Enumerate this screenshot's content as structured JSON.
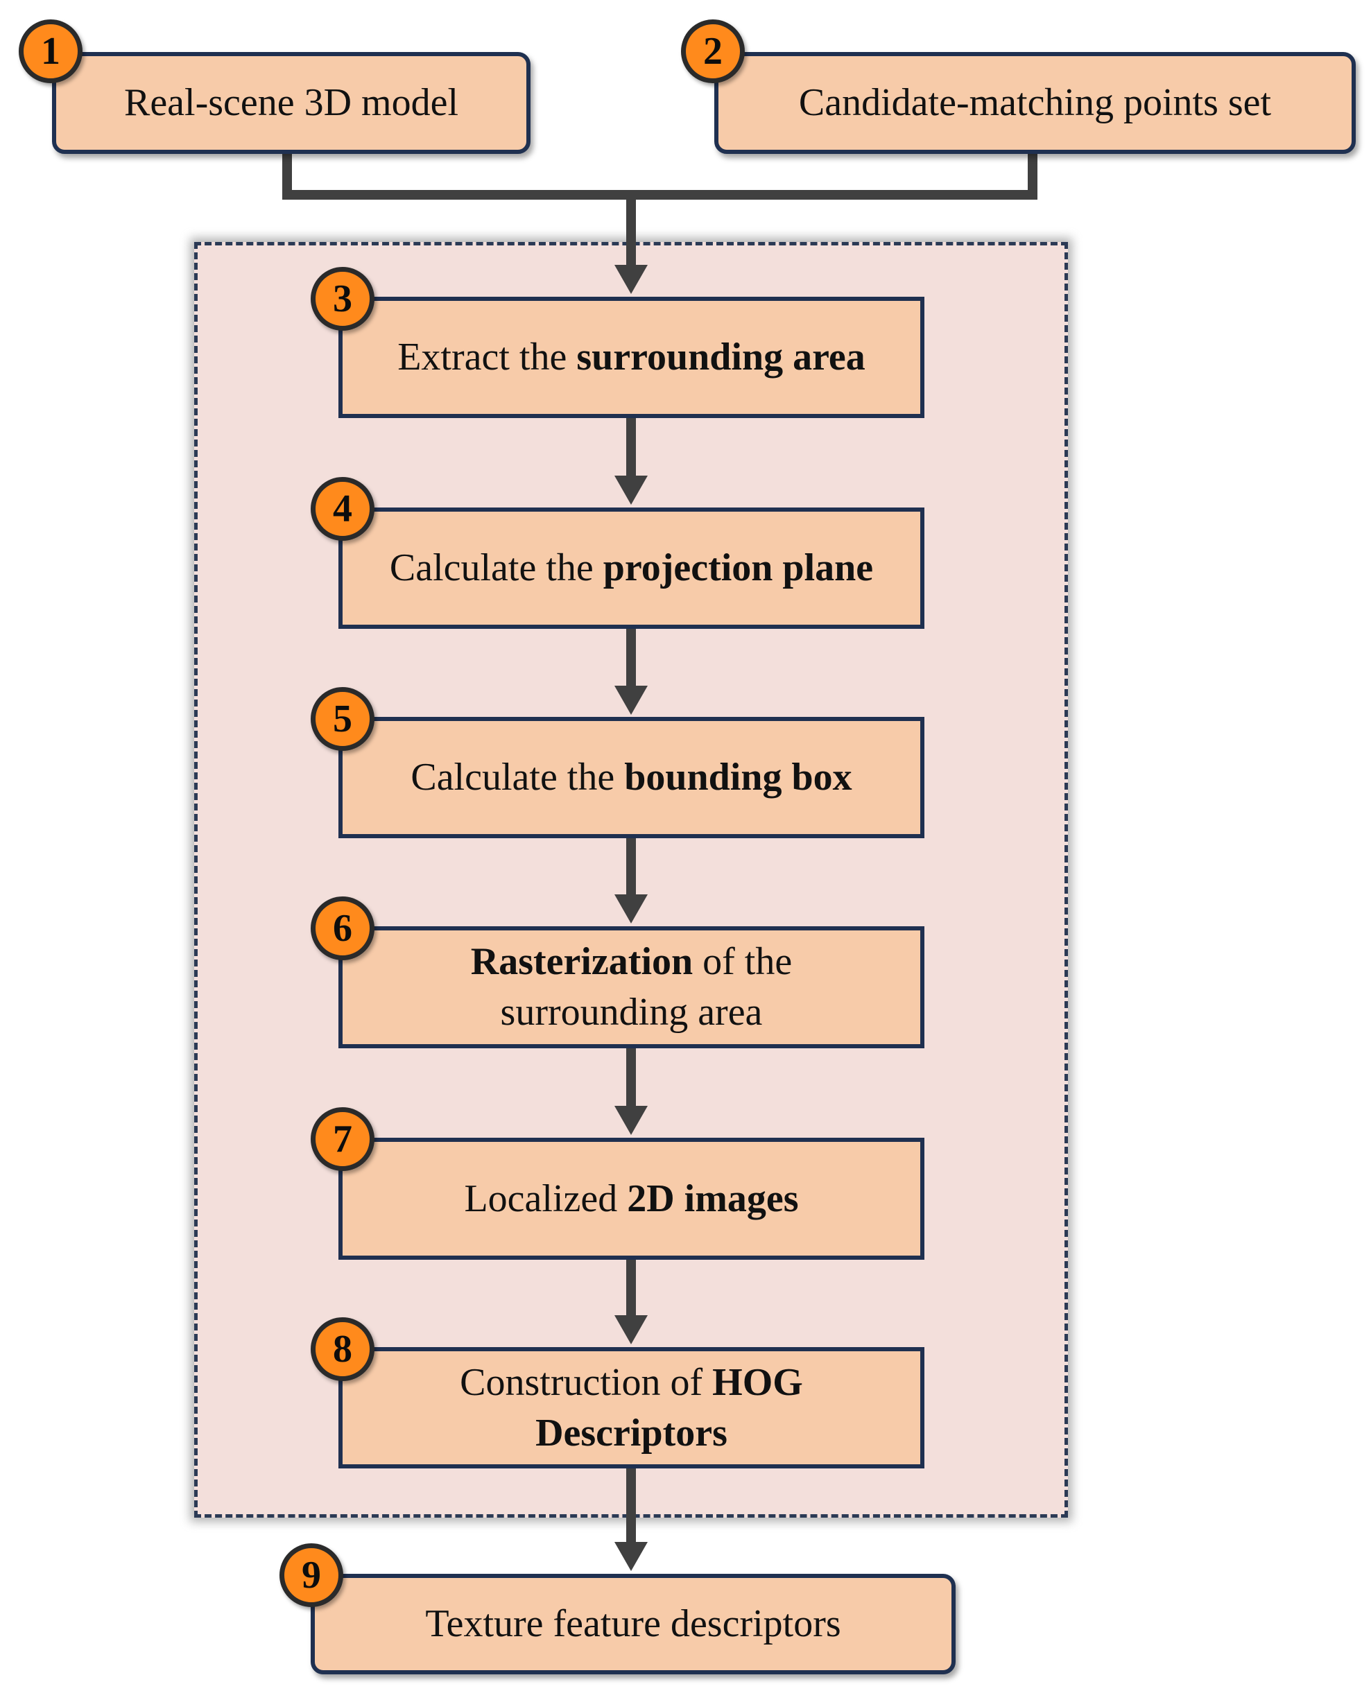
{
  "nodes": [
    {
      "id": "1",
      "parts": [
        {
          "text": "Real-scene 3D model",
          "bold": false
        }
      ]
    },
    {
      "id": "2",
      "parts": [
        {
          "text": "Candidate-matching points set",
          "bold": false
        }
      ]
    },
    {
      "id": "3",
      "parts": [
        {
          "text": "Extract the ",
          "bold": false
        },
        {
          "text": "surrounding area",
          "bold": true
        }
      ]
    },
    {
      "id": "4",
      "parts": [
        {
          "text": "Calculate the ",
          "bold": false
        },
        {
          "text": "projection plane",
          "bold": true
        }
      ]
    },
    {
      "id": "5",
      "parts": [
        {
          "text": "Calculate the ",
          "bold": false
        },
        {
          "text": "bounding box",
          "bold": true
        }
      ]
    },
    {
      "id": "6",
      "parts": [
        {
          "text": "Rasterization",
          "bold": true
        },
        {
          "text": " of the",
          "bold": false
        },
        {
          "text": "surrounding area",
          "bold": false,
          "newline": true
        }
      ]
    },
    {
      "id": "7",
      "parts": [
        {
          "text": "Localized ",
          "bold": false
        },
        {
          "text": "2D images",
          "bold": true
        }
      ]
    },
    {
      "id": "8",
      "parts": [
        {
          "text": "Construction of ",
          "bold": false
        },
        {
          "text": "HOG",
          "bold": true
        },
        {
          "text": "Descriptors",
          "bold": true,
          "newline": true
        }
      ]
    },
    {
      "id": "9",
      "parts": [
        {
          "text": "Texture feature descriptors",
          "bold": false
        }
      ]
    }
  ],
  "edges": [
    {
      "from": "1",
      "to": "3"
    },
    {
      "from": "2",
      "to": "3"
    },
    {
      "from": "3",
      "to": "4"
    },
    {
      "from": "4",
      "to": "5"
    },
    {
      "from": "5",
      "to": "6"
    },
    {
      "from": "6",
      "to": "7"
    },
    {
      "from": "7",
      "to": "8"
    },
    {
      "from": "8",
      "to": "9"
    }
  ],
  "colors": {
    "box_fill": "#f7cba9",
    "box_border": "#1f3050",
    "badge_fill": "#ff8a1c",
    "frame_fill": "#f3dfdb",
    "frame_border": "#2b3a55",
    "connector": "#404040"
  }
}
